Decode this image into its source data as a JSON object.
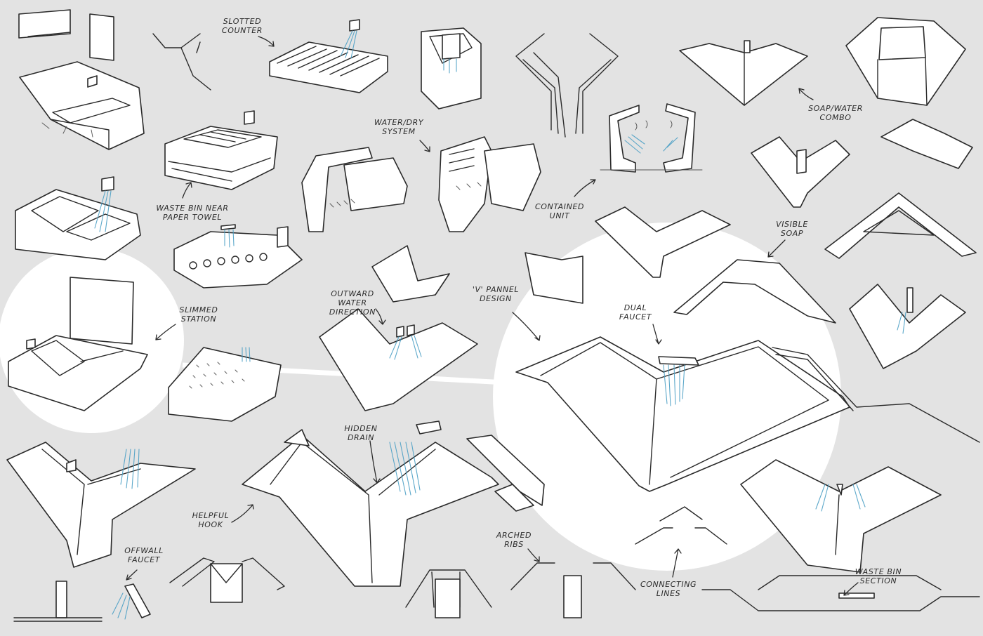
{
  "sheet": {
    "palette": {
      "background": "#e3e3e3",
      "paper": "#ffffff",
      "ink": "#2a2a2a",
      "water": "#4a9fc4",
      "highlight": "#ffffff"
    }
  },
  "annotations": {
    "slotted_counter": "Slotted Counter",
    "water_dry_system": "Water/Dry System",
    "contained_unit": "Contained Unit",
    "soap_water_combo": "Soap/Water Combo",
    "visible_soap": "Visible Soap",
    "waste_bin_paper_towel": "Waste Bin Near Paper Towel",
    "slimmed_station": "Slimmed Station",
    "outward_water_direction": "Outward Water Direction",
    "v_pannel_design": "'V' Pannel Design",
    "dual_faucet": "Dual Faucet",
    "hidden_drain": "Hidden Drain",
    "helpful_hook": "Helpful Hook",
    "offwall_faucet": "Offwall Faucet",
    "arched_ribs": "Arched Ribs",
    "connecting_lines": "Connecting Lines",
    "waste_bin_section": "Waste Bin Section"
  }
}
